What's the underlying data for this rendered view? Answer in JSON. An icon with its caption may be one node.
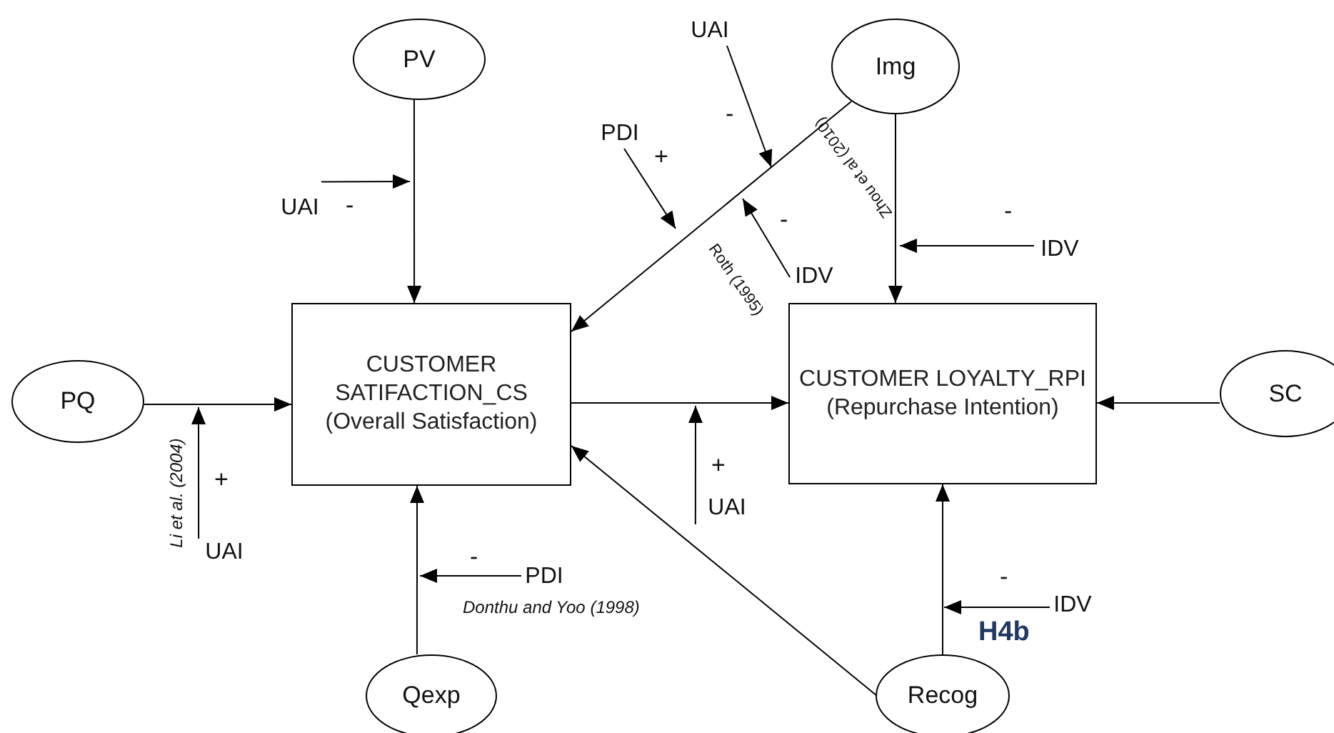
{
  "diagram": {
    "nodes": [
      {
        "text": [
          "PV"
        ]
      },
      {
        "text": [
          "UAI"
        ]
      },
      {
        "text": [
          "Img"
        ]
      },
      {
        "text": [
          "PDI"
        ]
      },
      {
        "text": [
          "UAI"
        ]
      },
      {
        "text": [
          "IDV"
        ]
      },
      {
        "text": [
          "IDV"
        ]
      },
      {
        "text": [
          "CUSTOMER SATIFACTION_CS",
          "(Overall Satisfaction)"
        ]
      },
      {
        "text": [
          "CUSTOMER LOYALTY_RPI",
          "(Repurchase Intention)"
        ]
      },
      {
        "text": [
          "PQ"
        ]
      },
      {
        "text": [
          "SC"
        ]
      },
      {
        "text": [
          "UAI"
        ]
      },
      {
        "text": [
          "UAI"
        ]
      },
      {
        "text": [
          "PDI"
        ]
      },
      {
        "text": [
          "IDV"
        ]
      },
      {
        "text": [
          "Qexp"
        ]
      },
      {
        "text": [
          "Recog"
        ]
      }
    ],
    "edges": [
      {
        "from": 0,
        "to": 7,
        "arrow": "to"
      },
      {
        "from": 2,
        "to": 7,
        "arrow": "to"
      },
      {
        "from": 2,
        "to": 8,
        "arrow": "to"
      },
      {
        "from": 9,
        "to": 7,
        "arrow": "to"
      },
      {
        "from": 7,
        "to": 8,
        "arrow": "to"
      },
      {
        "from": 10,
        "to": 8,
        "arrow": "to"
      },
      {
        "from": 15,
        "to": 7,
        "arrow": "to"
      },
      {
        "from": 16,
        "to": 7,
        "arrow": "to"
      },
      {
        "from": 16,
        "to": 8,
        "arrow": "to"
      },
      {
        "from": 1,
        "to": null,
        "arrow": "to",
        "label": "-"
      },
      {
        "from": 3,
        "to": null,
        "arrow": "to",
        "label": "+"
      },
      {
        "from": 4,
        "to": null,
        "arrow": "to",
        "label": "-"
      },
      {
        "from": 5,
        "to": null,
        "arrow": "to",
        "label": "-"
      },
      {
        "from": 6,
        "to": null,
        "arrow": "to",
        "label": "-"
      },
      {
        "from": 11,
        "to": null,
        "arrow": "to",
        "label": "+"
      },
      {
        "from": 12,
        "to": null,
        "arrow": "to",
        "label": "+"
      },
      {
        "from": 13,
        "to": null,
        "arrow": "to",
        "label": "-"
      },
      {
        "from": 14,
        "to": null,
        "arrow": "to",
        "label": "-"
      }
    ],
    "labels": [
      "Roth (1995)",
      "Zhou et al (2010)",
      "Li et al. (2004)",
      "Donthu and Yoo (1998)",
      "H4b"
    ]
  }
}
